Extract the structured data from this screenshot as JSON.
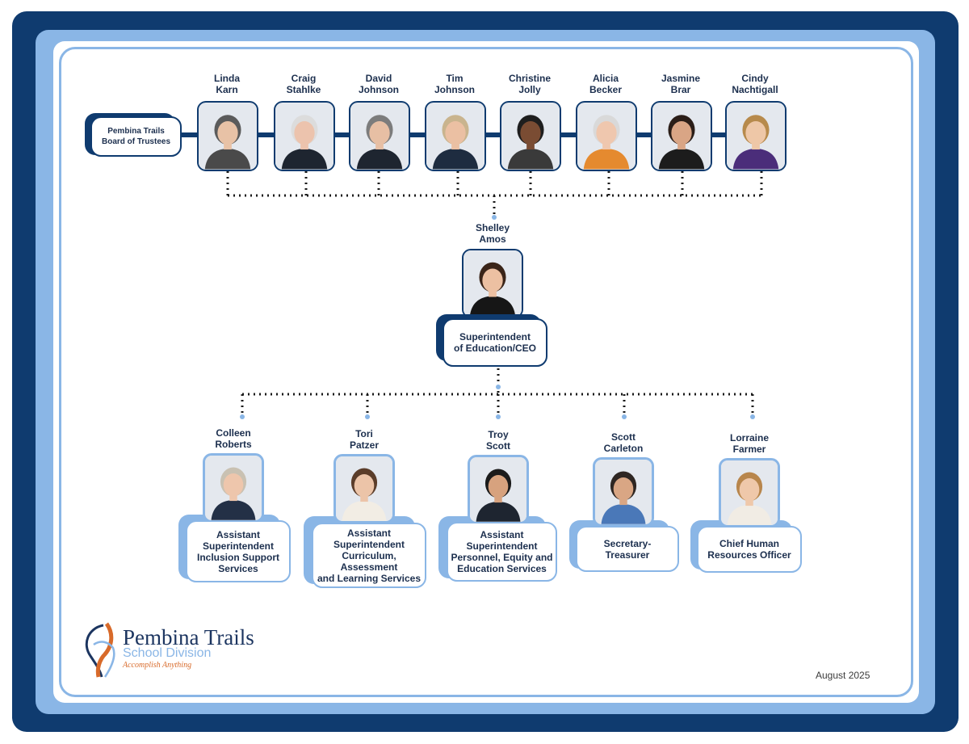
{
  "trustees": [
    {
      "first": "Linda",
      "last": "Karn"
    },
    {
      "first": "Craig",
      "last": "Stahlke"
    },
    {
      "first": "David",
      "last": "Johnson"
    },
    {
      "first": "Tim",
      "last": "Johnson"
    },
    {
      "first": "Christine",
      "last": "Jolly"
    },
    {
      "first": "Alicia",
      "last": "Becker"
    },
    {
      "first": "Jasmine",
      "last": "Brar"
    },
    {
      "first": "Cindy",
      "last": "Nachtigall"
    }
  ],
  "board": {
    "line1": "Pembina Trails",
    "line2": "Board of Trustees"
  },
  "superintendent": {
    "first": "Shelley",
    "last": "Amos",
    "title_line1": "Superintendent",
    "title_line2": "of Education/CEO"
  },
  "staff": [
    {
      "first": "Colleen",
      "last": "Roberts",
      "title": [
        "Assistant",
        "Superintendent",
        "Inclusion Support",
        "Services"
      ]
    },
    {
      "first": "Tori",
      "last": "Patzer",
      "title": [
        "Assistant",
        "Superintendent",
        "Curriculum, Assessment",
        "and Learning Services"
      ]
    },
    {
      "first": "Troy",
      "last": "Scott",
      "title": [
        "Assistant",
        "Superintendent",
        "Personnel, Equity and",
        "Education Services"
      ]
    },
    {
      "first": "Scott",
      "last": "Carleton",
      "title": [
        "Secretary-",
        "Treasurer"
      ]
    },
    {
      "first": "Lorraine",
      "last": "Farmer",
      "title": [
        "Chief Human",
        "Resources Officer"
      ]
    }
  ],
  "logo": {
    "main": "Pembina Trails",
    "sub": "School Division",
    "tagline": "Accomplish Anything"
  },
  "date": "August 2025",
  "colors": {
    "navy": "#0f3b6f",
    "light_blue": "#8ab6e6",
    "text": "#1c2f4e"
  }
}
